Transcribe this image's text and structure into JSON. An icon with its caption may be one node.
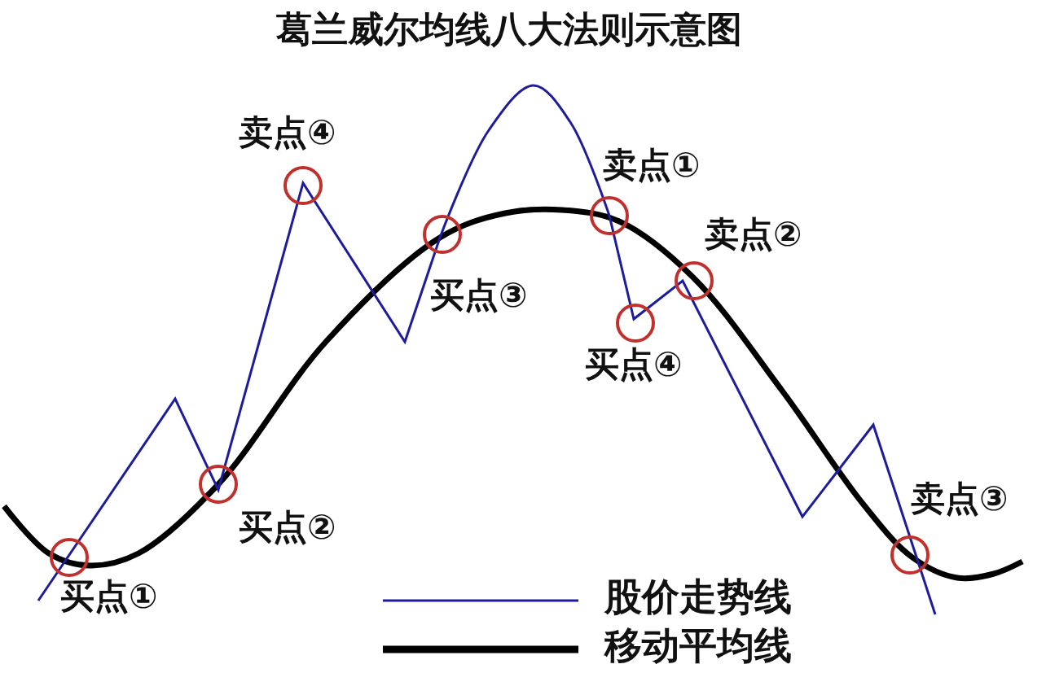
{
  "diagram": {
    "title": "葛兰威尔均线八大法则示意图",
    "labels": [
      "卖点④",
      "卖点①",
      "卖点②",
      "买点③",
      "买点④",
      "买点②",
      "卖点③",
      "买点①"
    ],
    "legend": [
      {
        "text": "股价走势线"
      },
      {
        "text": "移动平均线"
      }
    ]
  }
}
